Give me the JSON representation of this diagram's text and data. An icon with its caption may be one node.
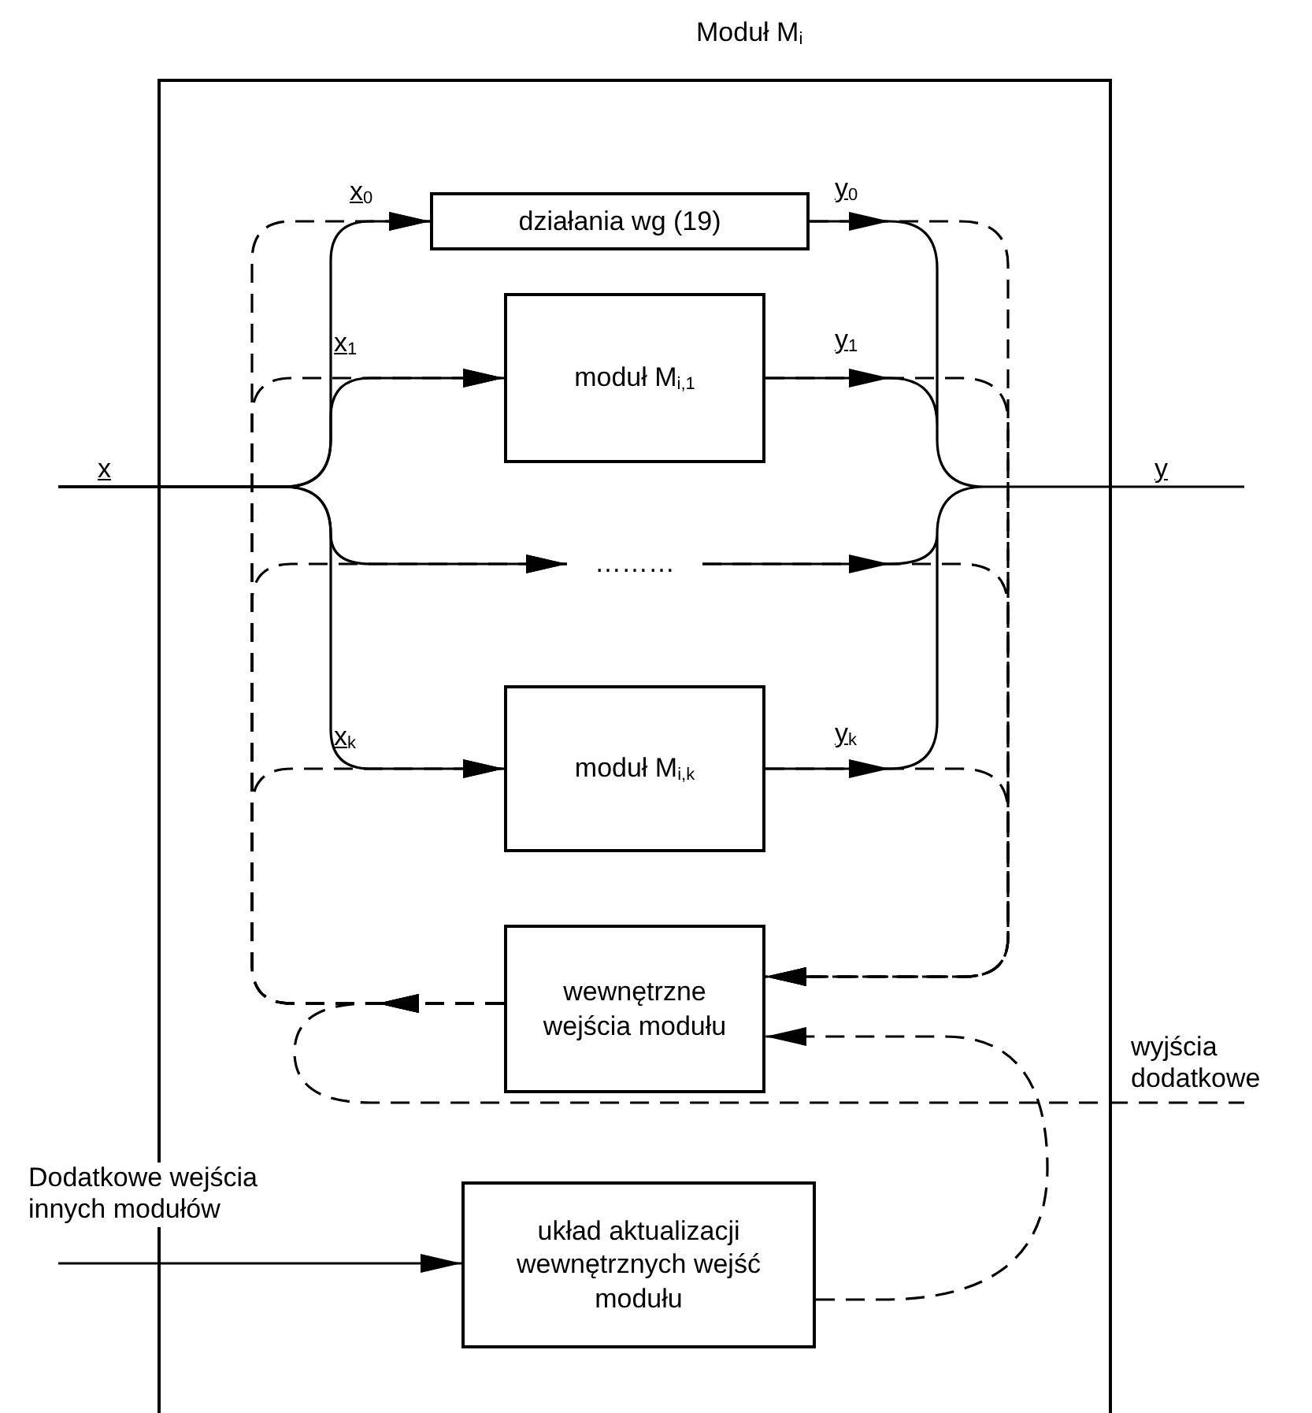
{
  "diagram": {
    "nodes": [
      {
        "text": [
          "Moduł M$_{i}$"
        ]
      },
      {
        "text": [
          "działania wg (19)"
        ],
        "in": 0
      },
      {
        "text": [
          "moduł M$_{i,1}$"
        ],
        "in": 0
      },
      {
        "text": [
          "………"
        ],
        "in": 0
      },
      {
        "text": [
          "moduł M$_{i,k}$"
        ],
        "in": 0
      },
      {
        "text": [
          "wewnętrzne wejścia modułu"
        ],
        "in": 0
      },
      {
        "text": [
          "układ aktualizacji wewnętrznych wejść modułu"
        ],
        "in": 0
      }
    ],
    "edges": [
      {
        "from": null,
        "to": 1,
        "arrow": "to",
        "label": "x$_{0}$"
      },
      {
        "from": null,
        "to": 2,
        "arrow": "to",
        "label": "x$_{1}$"
      },
      {
        "from": null,
        "to": 3,
        "arrow": "to"
      },
      {
        "from": null,
        "to": 4,
        "arrow": "to",
        "label": "x$_{k}$"
      },
      {
        "from": 1,
        "to": null,
        "arrow": "to",
        "label": "y$_{0}$"
      },
      {
        "from": 2,
        "to": null,
        "arrow": "to",
        "label": "y$_{1}$"
      },
      {
        "from": 3,
        "to": null,
        "arrow": "to"
      },
      {
        "from": 4,
        "to": null,
        "arrow": "to",
        "label": "y$_{k}$"
      },
      {
        "from": 5,
        "to": 1,
        "arrow": "to",
        "style": "dashed"
      },
      {
        "from": 5,
        "to": 2,
        "arrow": "to",
        "style": "dashed"
      },
      {
        "from": 5,
        "to": 3,
        "arrow": "to",
        "style": "dashed"
      },
      {
        "from": 5,
        "to": 4,
        "arrow": "to",
        "style": "dashed"
      },
      {
        "from": 1,
        "to": 5,
        "arrow": "to",
        "style": "dashed"
      },
      {
        "from": 2,
        "to": 5,
        "arrow": "to",
        "style": "dashed"
      },
      {
        "from": 3,
        "to": 5,
        "arrow": "to",
        "style": "dashed"
      },
      {
        "from": 4,
        "to": 5,
        "arrow": "to",
        "style": "dashed"
      },
      {
        "from": 5,
        "to": null,
        "arrow": "none",
        "style": "dashed",
        "label": "wyjścia dodatkowe"
      },
      {
        "from": 6,
        "to": 5,
        "arrow": "to",
        "style": "dashed"
      },
      {
        "from": null,
        "to": 6,
        "arrow": "to",
        "label": "Dodatkowe wejścia innych modułów"
      }
    ],
    "labels": [
      "x",
      "y"
    ]
  }
}
